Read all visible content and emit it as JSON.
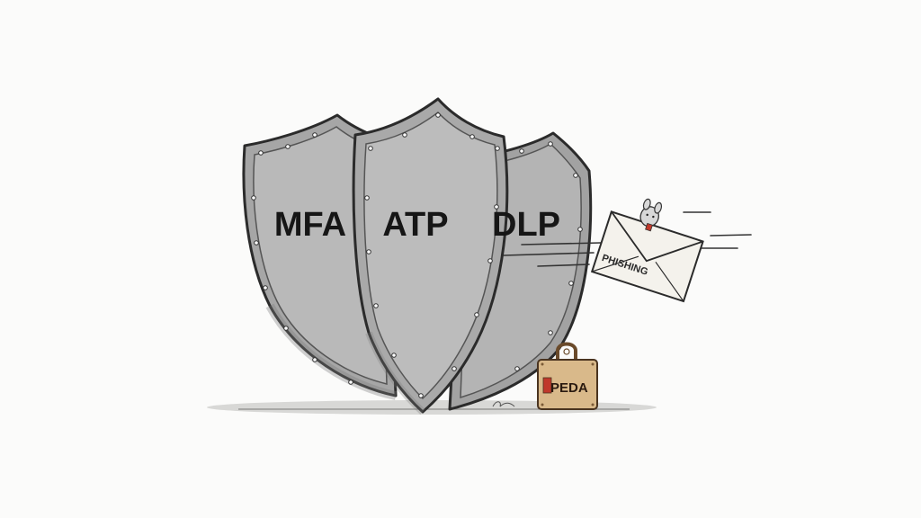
{
  "shields": {
    "left_label": "MFA",
    "middle_label": "ATP",
    "right_label": "DLP"
  },
  "envelope": {
    "label": "PHISHING"
  },
  "padlock": {
    "label": "PEDA"
  },
  "colors": {
    "shield_fill": "#a7a7a7",
    "shield_inner": "#b6b6b6",
    "outline": "#2b2b2b",
    "envelope": "#f4f2ec",
    "padlock": "#d9b98a",
    "padlock_accent": "#c0392b",
    "background": "#fbfbfa"
  }
}
